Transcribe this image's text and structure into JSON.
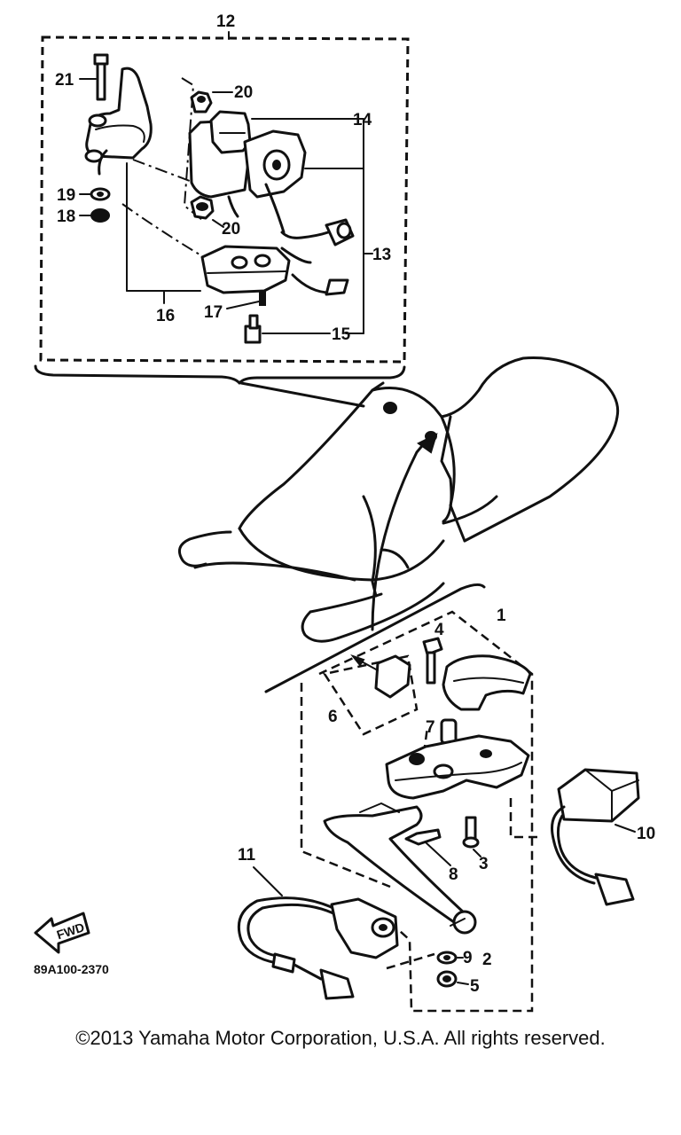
{
  "diagram": {
    "callouts": [
      {
        "id": "c12",
        "text": "12"
      },
      {
        "id": "c21",
        "text": "21"
      },
      {
        "id": "c20a",
        "text": "20"
      },
      {
        "id": "c14",
        "text": "14"
      },
      {
        "id": "c19",
        "text": "19"
      },
      {
        "id": "c18",
        "text": "18"
      },
      {
        "id": "c20b",
        "text": "20"
      },
      {
        "id": "c13",
        "text": "13"
      },
      {
        "id": "c16",
        "text": "16"
      },
      {
        "id": "c17",
        "text": "17"
      },
      {
        "id": "c15",
        "text": "15"
      },
      {
        "id": "c1",
        "text": "1"
      },
      {
        "id": "c4",
        "text": "4"
      },
      {
        "id": "c6",
        "text": "6"
      },
      {
        "id": "c7",
        "text": "7"
      },
      {
        "id": "c10",
        "text": "10"
      },
      {
        "id": "c3",
        "text": "3"
      },
      {
        "id": "c8",
        "text": "8"
      },
      {
        "id": "c11",
        "text": "11"
      },
      {
        "id": "c2",
        "text": "2"
      },
      {
        "id": "c9",
        "text": "9"
      },
      {
        "id": "c5",
        "text": "5"
      }
    ],
    "direction_arrow_text": "FWD",
    "figure_code": "89A100-2370"
  },
  "footer": {
    "copyright": "©2013 Yamaha Motor Corporation, U.S.A. All rights reserved."
  }
}
